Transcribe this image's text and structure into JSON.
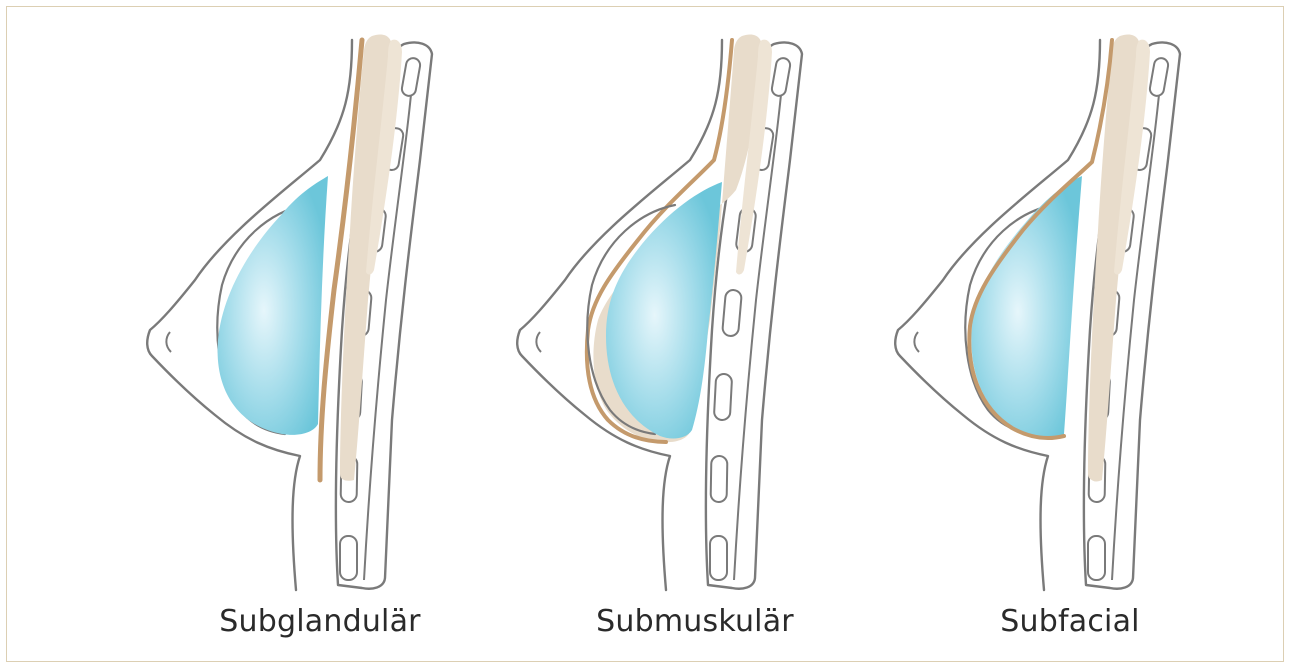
{
  "colors": {
    "outline": "#7a7a7a",
    "muscle": "#e8dccb",
    "muscle_edge": "#c49a6c",
    "implant_light": "#e6f6fb",
    "implant_dark": "#6cc6da",
    "frame": "#dccfb3"
  },
  "panels": [
    {
      "label": "Subglandulär"
    },
    {
      "label": "Submuskulär"
    },
    {
      "label": "Subfacial"
    }
  ]
}
